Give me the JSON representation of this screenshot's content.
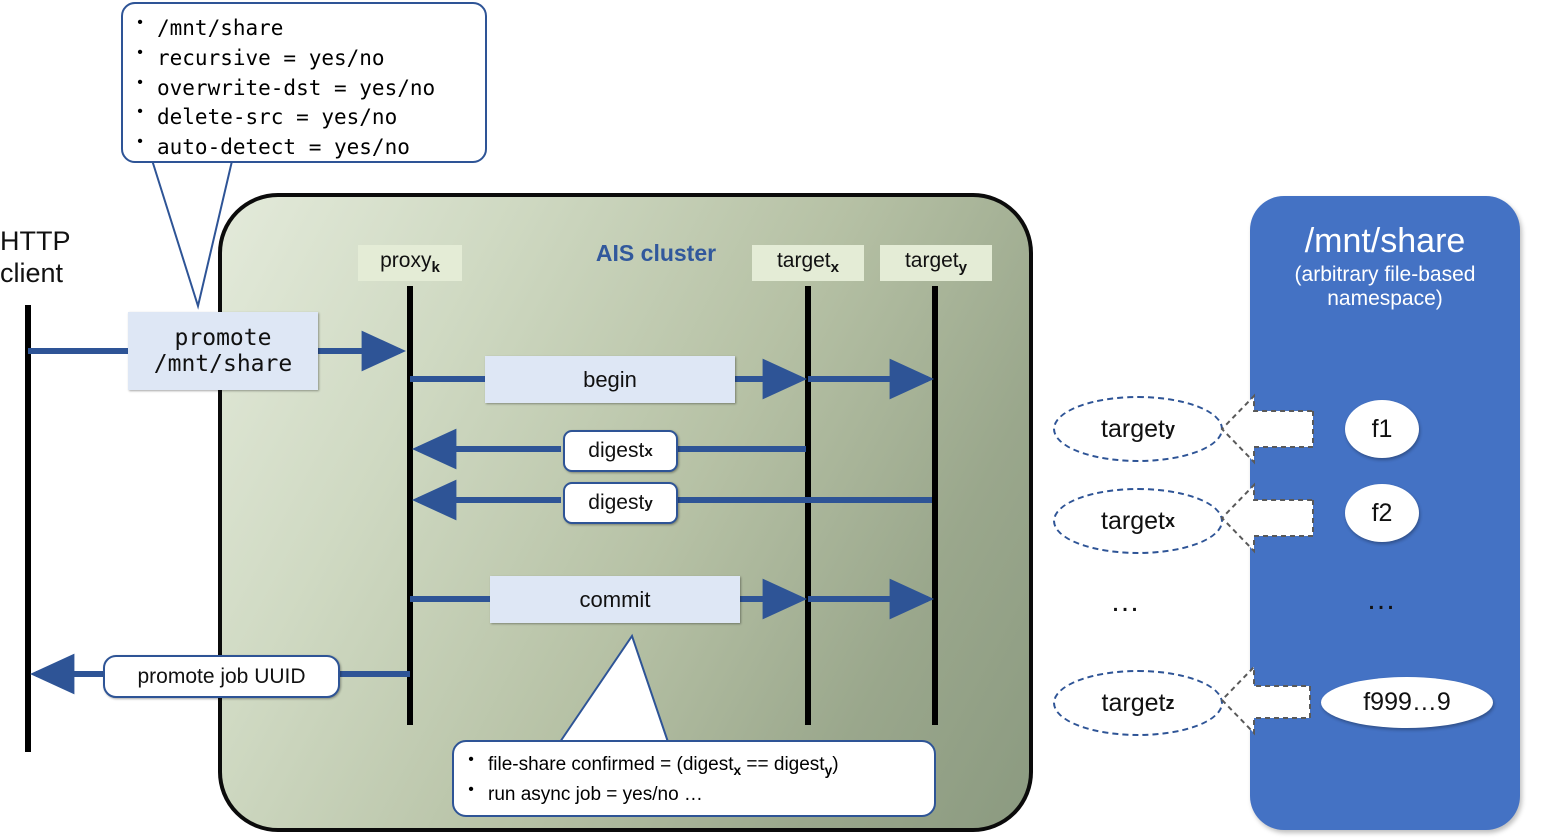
{
  "http_client": {
    "line1": "HTTP",
    "line2": "client"
  },
  "cluster": {
    "title": "AIS cluster"
  },
  "actors": [
    {
      "name": "proxy",
      "sub": "k"
    },
    {
      "name": "target",
      "sub": "x"
    },
    {
      "name": "target",
      "sub": "y"
    }
  ],
  "messages": {
    "promote": {
      "line1": "promote",
      "line2": "/mnt/share"
    },
    "begin": "begin",
    "digest_x": {
      "name": "digest",
      "sub": "x"
    },
    "digest_y": {
      "name": "digest",
      "sub": "y"
    },
    "commit": "commit",
    "job_uuid": "promote job UUID"
  },
  "callout_options": {
    "bullet": "•",
    "items": [
      "/mnt/share",
      "recursive = yes/no",
      "overwrite-dst = yes/no",
      "delete-src = yes/no",
      "auto-detect = yes/no"
    ]
  },
  "callout_commit": {
    "bullet": "•",
    "items": [
      {
        "pre": "file-share confirmed = (digest",
        "sub1": "x",
        "mid": " == digest",
        "sub2": "y",
        "post": ")"
      },
      {
        "pre": "run async job = yes/no …",
        "sub1": "",
        "mid": "",
        "sub2": "",
        "post": ""
      }
    ]
  },
  "namespace": {
    "title": "/mnt/share",
    "subtitle_line1": "(arbitrary file-based",
    "subtitle_line2": "namespace)",
    "files": [
      "f1",
      "f2",
      "f999…9"
    ],
    "files_ellipsis": "…",
    "targets": [
      {
        "name": "target",
        "sub": "y"
      },
      {
        "name": "target",
        "sub": "x"
      },
      {
        "name": "target",
        "sub": "z"
      }
    ],
    "targets_ellipsis": "…"
  },
  "colors": {
    "accent_blue": "#2e5496",
    "arrow_blue": "#2e5496",
    "panel_blue": "#4472c4",
    "actor_label_bg": "#e4ecd6",
    "msgbox_bg": "#dee7f5",
    "cluster_border": "#0b0b0b"
  }
}
